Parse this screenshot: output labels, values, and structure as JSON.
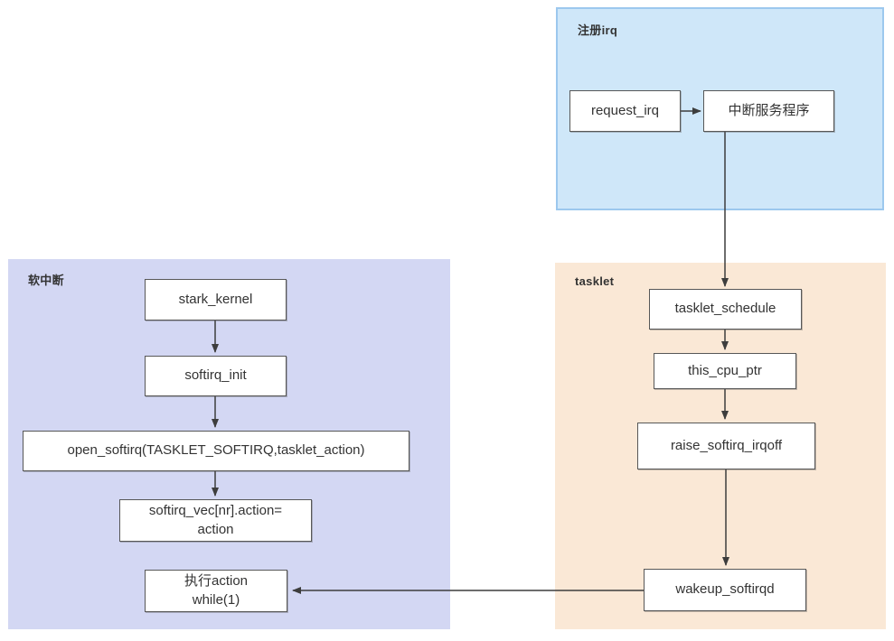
{
  "diagram": {
    "background": "#ffffff",
    "arrow_color": "#3d3d3d",
    "node_style": {
      "fill": "#ffffff",
      "border": "#575757",
      "text": "#333333"
    },
    "regions": [
      {
        "name": "register-irq",
        "label": "注册irq",
        "fill": "#cfe7f9",
        "border_color": "#9cc8ee",
        "nodes": [
          {
            "id": "request-irq",
            "label": "request_irq"
          },
          {
            "id": "interrupt-service-routine",
            "label": "中断服务程序"
          }
        ]
      },
      {
        "name": "softirq",
        "label": "软中断",
        "fill": "#d3d7f3",
        "border_color": "#d3d7f3",
        "nodes": [
          {
            "id": "stark-kernel",
            "label": "stark_kernel"
          },
          {
            "id": "softirq-init",
            "label": "softirq_init"
          },
          {
            "id": "open-softirq",
            "label": "open_softirq(TASKLET_SOFTIRQ,tasklet_action)"
          },
          {
            "id": "softirq-vec",
            "line1": "softirq_vec[nr].action=",
            "line2": "action"
          },
          {
            "id": "exec-action",
            "line1": "执行action",
            "line2": "while(1)"
          }
        ]
      },
      {
        "name": "tasklet",
        "label": "tasklet",
        "fill": "#fae8d6",
        "border_color": "#fae8d6",
        "nodes": [
          {
            "id": "tasklet-schedule",
            "label": "tasklet_schedule"
          },
          {
            "id": "this-cpu-ptr",
            "label": "this_cpu_ptr"
          },
          {
            "id": "raise-softirq-irqoff",
            "label": "raise_softirq_irqoff"
          },
          {
            "id": "wakeup-softirqd",
            "label": "wakeup_softirqd"
          }
        ]
      }
    ]
  }
}
